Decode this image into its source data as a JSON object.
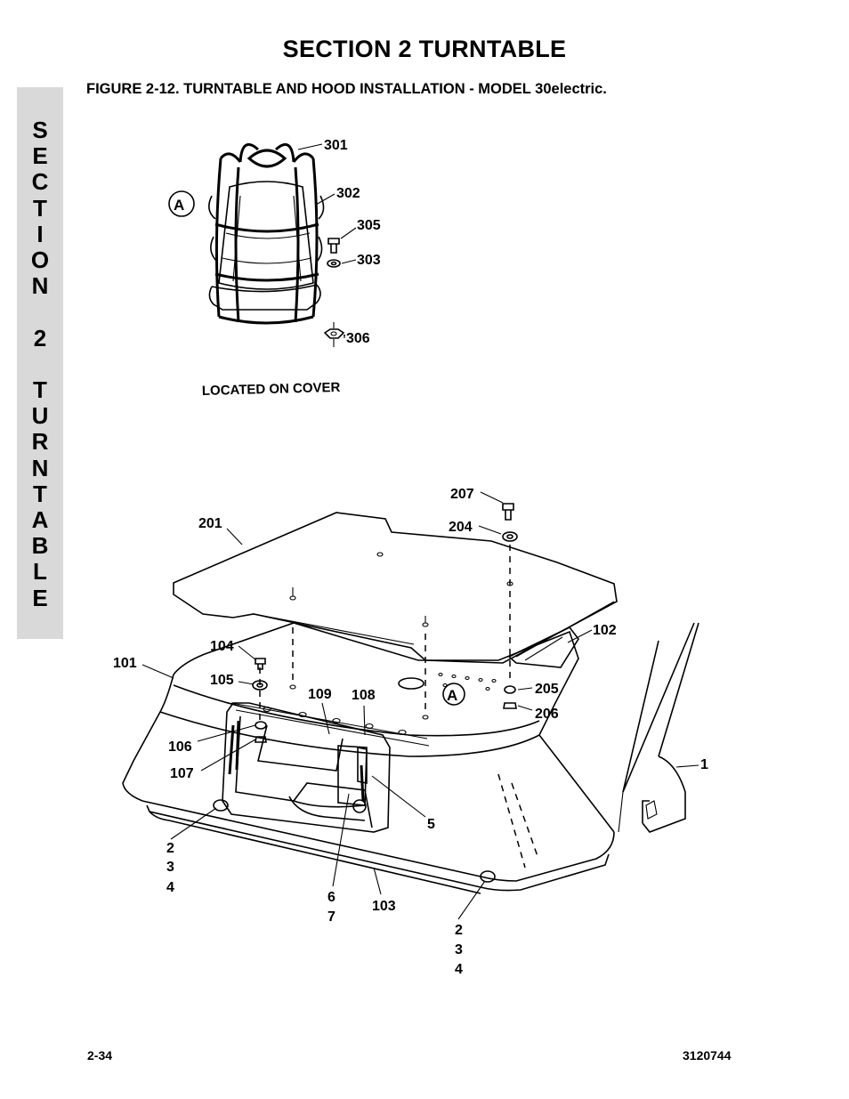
{
  "header": {
    "section_title": "SECTION 2  TURNTABLE",
    "figure_title": "FIGURE 2-12.  TURNTABLE AND HOOD INSTALLATION - MODEL 30electric."
  },
  "side_tab": {
    "letters": [
      "S",
      "E",
      "C",
      "T",
      "I",
      "O",
      "N",
      " ",
      "2",
      " ",
      "T",
      "U",
      "R",
      "N",
      "T",
      "A",
      "B",
      "L",
      "E"
    ]
  },
  "detail_a": {
    "marker": "A",
    "caption": "LOCATED ON COVER",
    "callouts": {
      "c301": "301",
      "c302": "302",
      "c305": "305",
      "c303": "303",
      "c306": "306"
    }
  },
  "main_assembly": {
    "marker": "A",
    "callouts": {
      "c207": "207",
      "c204": "204",
      "c201": "201",
      "c102": "102",
      "c104": "104",
      "c101": "101",
      "c105": "105",
      "c205": "205",
      "c109": "109",
      "c108": "108",
      "c206": "206",
      "c106": "106",
      "c1": "1",
      "c107": "107",
      "c5": "5",
      "c2a": "2",
      "c3a": "3",
      "c4a": "4",
      "c6": "6",
      "c7": "7",
      "c103": "103",
      "c2b": "2",
      "c3b": "3",
      "c4b": "4"
    }
  },
  "footer": {
    "page_number": "2-34",
    "doc_number": "3120744"
  }
}
